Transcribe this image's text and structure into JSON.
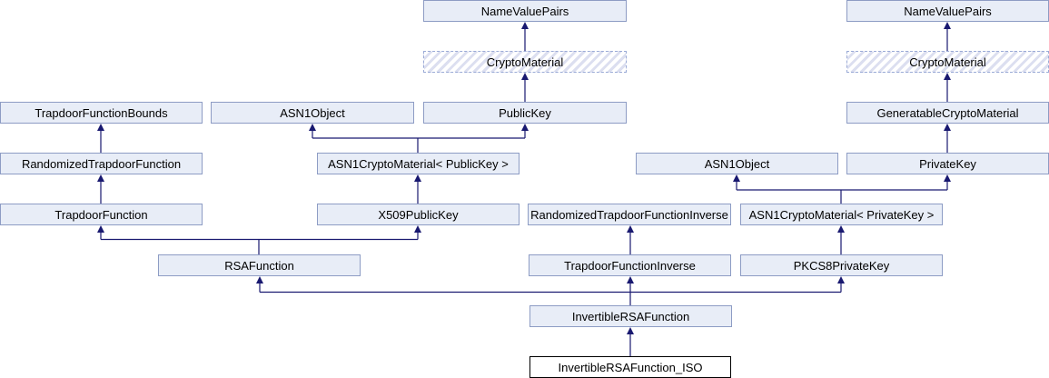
{
  "diagram": {
    "kind": "class-inheritance-graph",
    "focus_class": "InvertibleRSAFunction_ISO",
    "nodes": [
      {
        "id": "trapdoor-function-bounds",
        "label": "TrapdoorFunctionBounds",
        "style": "normal"
      },
      {
        "id": "randomized-trapdoor-function",
        "label": "RandomizedTrapdoorFunction",
        "style": "normal"
      },
      {
        "id": "trapdoor-function",
        "label": "TrapdoorFunction",
        "style": "normal"
      },
      {
        "id": "asn1object-left",
        "label": "ASN1Object",
        "style": "normal"
      },
      {
        "id": "name-value-pairs-left",
        "label": "NameValuePairs",
        "style": "normal"
      },
      {
        "id": "crypto-material-left",
        "label": "CryptoMaterial",
        "style": "hatched"
      },
      {
        "id": "public-key",
        "label": "PublicKey",
        "style": "normal"
      },
      {
        "id": "asn1-crypto-material-public-key",
        "label": "ASN1CryptoMaterial< PublicKey >",
        "style": "normal"
      },
      {
        "id": "x509-public-key",
        "label": "X509PublicKey",
        "style": "normal"
      },
      {
        "id": "rsa-function",
        "label": "RSAFunction",
        "style": "normal"
      },
      {
        "id": "randomized-trapdoor-function-inverse",
        "label": "RandomizedTrapdoorFunctionInverse",
        "style": "normal"
      },
      {
        "id": "trapdoor-function-inverse",
        "label": "TrapdoorFunctionInverse",
        "style": "normal"
      },
      {
        "id": "asn1object-right",
        "label": "ASN1Object",
        "style": "normal"
      },
      {
        "id": "name-value-pairs-right",
        "label": "NameValuePairs",
        "style": "normal"
      },
      {
        "id": "crypto-material-right",
        "label": "CryptoMaterial",
        "style": "hatched"
      },
      {
        "id": "generatable-crypto-material",
        "label": "GeneratableCryptoMaterial",
        "style": "normal"
      },
      {
        "id": "private-key",
        "label": "PrivateKey",
        "style": "normal"
      },
      {
        "id": "asn1-crypto-material-private-key",
        "label": "ASN1CryptoMaterial< PrivateKey >",
        "style": "normal"
      },
      {
        "id": "pkcs8-private-key",
        "label": "PKCS8PrivateKey",
        "style": "normal"
      },
      {
        "id": "invertible-rsa-function",
        "label": "InvertibleRSAFunction",
        "style": "normal"
      },
      {
        "id": "invertible-rsa-function-iso",
        "label": "InvertibleRSAFunction_ISO",
        "style": "focus"
      }
    ],
    "edges": [
      {
        "derived": "RandomizedTrapdoorFunction",
        "base": "TrapdoorFunctionBounds"
      },
      {
        "derived": "TrapdoorFunction",
        "base": "RandomizedTrapdoorFunction"
      },
      {
        "derived": "PublicKey",
        "base": "CryptoMaterial (left)"
      },
      {
        "derived": "CryptoMaterial (left)",
        "base": "NameValuePairs (left)"
      },
      {
        "derived": "ASN1CryptoMaterial< PublicKey >",
        "base": "ASN1Object (left)"
      },
      {
        "derived": "ASN1CryptoMaterial< PublicKey >",
        "base": "PublicKey"
      },
      {
        "derived": "X509PublicKey",
        "base": "ASN1CryptoMaterial< PublicKey >"
      },
      {
        "derived": "RSAFunction",
        "base": "TrapdoorFunction"
      },
      {
        "derived": "RSAFunction",
        "base": "X509PublicKey"
      },
      {
        "derived": "TrapdoorFunctionInverse",
        "base": "RandomizedTrapdoorFunctionInverse"
      },
      {
        "derived": "GeneratableCryptoMaterial",
        "base": "CryptoMaterial (right)"
      },
      {
        "derived": "CryptoMaterial (right)",
        "base": "NameValuePairs (right)"
      },
      {
        "derived": "PrivateKey",
        "base": "GeneratableCryptoMaterial"
      },
      {
        "derived": "ASN1CryptoMaterial< PrivateKey >",
        "base": "ASN1Object (right)"
      },
      {
        "derived": "ASN1CryptoMaterial< PrivateKey >",
        "base": "PrivateKey"
      },
      {
        "derived": "PKCS8PrivateKey",
        "base": "ASN1CryptoMaterial< PrivateKey >"
      },
      {
        "derived": "InvertibleRSAFunction",
        "base": "RSAFunction"
      },
      {
        "derived": "InvertibleRSAFunction",
        "base": "TrapdoorFunctionInverse"
      },
      {
        "derived": "InvertibleRSAFunction",
        "base": "PKCS8PrivateKey"
      },
      {
        "derived": "InvertibleRSAFunction_ISO",
        "base": "InvertibleRSAFunction"
      }
    ],
    "colors": {
      "node_fill": "#e8edf7",
      "node_border": "#8d9cc4",
      "hatch_stripe": "#dcdff0",
      "hatch_border": "#9aaad6",
      "focus_fill": "#ffffff",
      "focus_border": "#000000",
      "edge": "#191970",
      "background": "#ffffff"
    }
  }
}
